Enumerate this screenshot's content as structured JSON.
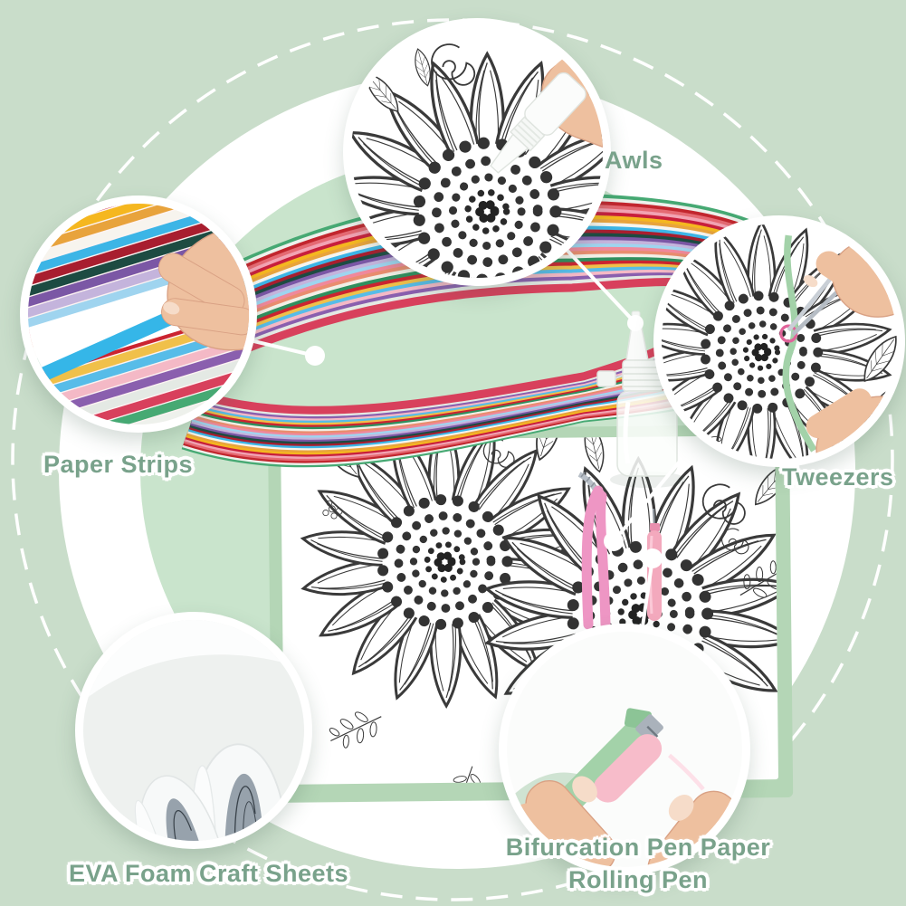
{
  "title": "Paper quilling craft kit product collage",
  "labels": {
    "awls": "Awls",
    "tweezers": "Tweezers",
    "paper_strips": "Paper Strips",
    "eva_foam": "EVA Foam Craft Sheets",
    "bifurcation_line1": "Bifurcation Pen Paper",
    "bifurcation_line2": "Rolling Pen"
  },
  "colors": {
    "background": "#c9ddca",
    "photo_background": "#c9e4cc",
    "mat_green": "#b4d6b6",
    "label_text": "#79a28b",
    "callout_line": "#ffffff",
    "skin": "#eec09f",
    "skin_edge": "#d9a184",
    "pink_tweezers": "#ee96c4",
    "pink_pen": "#f3a9bd",
    "pink_pen_pale": "#f7bcca",
    "green_strip": "#a3d2a9",
    "blue_pulled_strip": "#35b6e8",
    "silver": "#b9c0c8",
    "foam_gray": "#97a2ac",
    "strip_colors": [
      "#46a973",
      "#eef1ec",
      "#c2262e",
      "#e56a73",
      "#f2a3b3",
      "#c81f3c",
      "#f5b71f",
      "#e8a33c",
      "#f7f4ee",
      "#3cb5e6",
      "#a81e2f",
      "#1d4b42",
      "#7b57a5",
      "#c4b4dc",
      "#9fd4ef",
      "#f0889b",
      "#e98d6f",
      "#f3efe6",
      "#2f8f5e",
      "#cb2430",
      "#f0c04a",
      "#57bce8",
      "#f4b9c6",
      "#8a5fae",
      "#e4e9e4",
      "#d8405c"
    ]
  }
}
